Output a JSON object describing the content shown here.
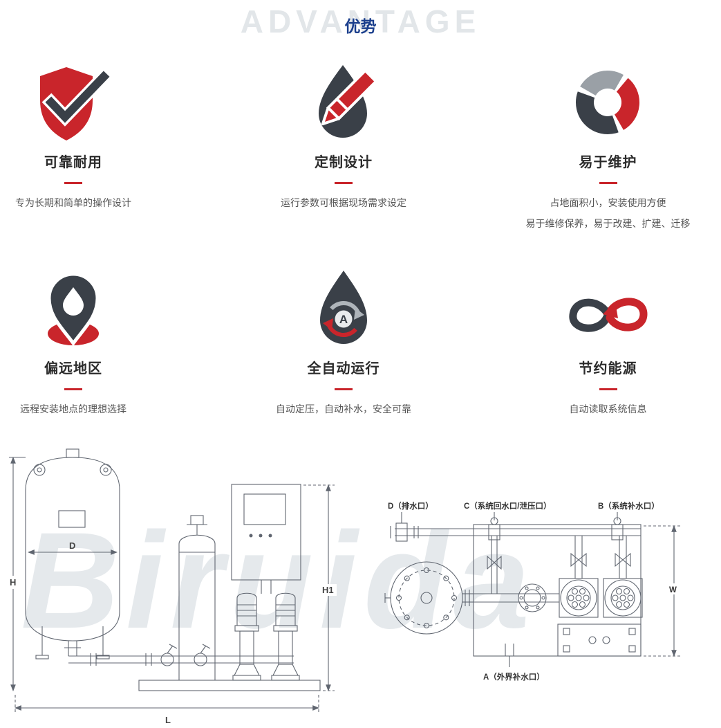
{
  "header": {
    "background_text": "ADVANTAGE",
    "title": "优势"
  },
  "advantages": [
    {
      "icon": "shield-check-icon",
      "title": "可靠耐用",
      "lines": [
        "专为长期和简单的操作设计"
      ]
    },
    {
      "icon": "drop-pencil-icon",
      "title": "定制设计",
      "lines": [
        "运行参数可根据现场需求设定"
      ]
    },
    {
      "icon": "segmented-ring-icon",
      "title": "易于维护",
      "lines": [
        "占地面积小，安装使用方便",
        "易于维修保养，易于改建、扩建、迁移"
      ]
    },
    {
      "icon": "location-pin-icon",
      "title": "偏远地区",
      "lines": [
        "远程安装地点的理想选择"
      ]
    },
    {
      "icon": "auto-cycle-icon",
      "title": "全自动运行",
      "lines": [
        "自动定压，自动补水，安全可靠"
      ]
    },
    {
      "icon": "infinity-arrow-icon",
      "title": "节约能源",
      "lines": [
        "自动读取系统信息"
      ]
    }
  ],
  "auto_icon_letter": "A",
  "drawing": {
    "watermark": "Biruida",
    "front_view": {
      "dim_h": "H",
      "dim_d": "D",
      "dim_h1": "H1",
      "dim_l": "L"
    },
    "top_view": {
      "port_d": "D（排水口）",
      "port_c": "C（系统回水口/泄压口）",
      "port_b": "B（系统补水口）",
      "port_a": "A（外界补水口）",
      "dim_w": "W"
    }
  },
  "colors": {
    "accent_red": "#c9252b",
    "icon_dark": "#3a4048",
    "icon_gray": "#9aa0a6",
    "title_navy": "#1a3e8c",
    "header_gray": "#e2e6e9",
    "line_gray": "#606670"
  }
}
